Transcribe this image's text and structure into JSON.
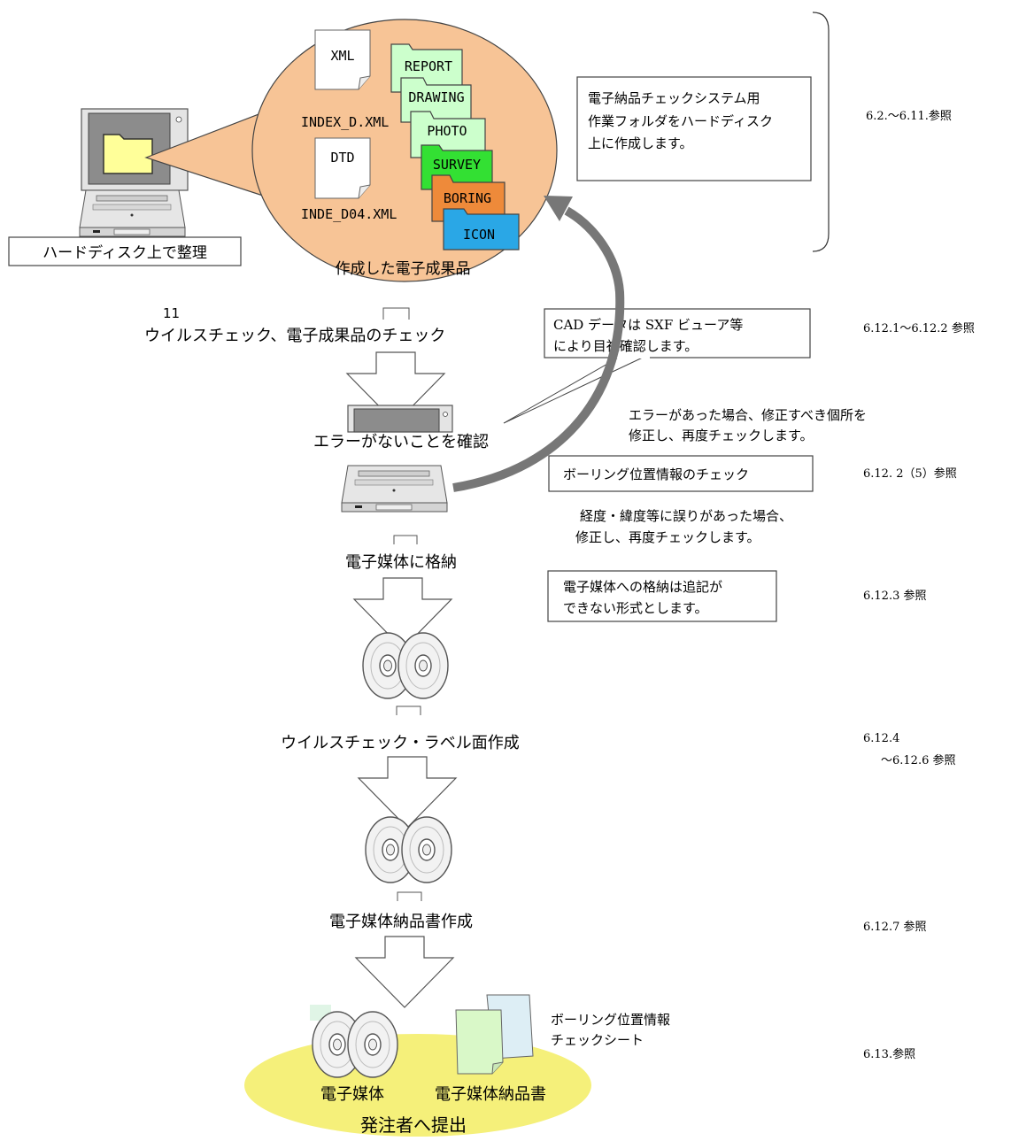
{
  "colors": {
    "bubble_fill": "#F7C496",
    "report_folder": "#CCFFCC",
    "drawing_folder": "#CCFFCC",
    "photo_folder": "#CCFFCC",
    "survey_folder": "#33E033",
    "boring_folder": "#EE8A3A",
    "icon_folder": "#2AA7E6",
    "screen_folder": "#FFFF99",
    "submit_ellipse": "#F5F07A",
    "sheet_front": "#D9F8C8",
    "sheet_back": "#DDEEF5",
    "loop_arrow": "#777777"
  },
  "top": {
    "xml_doc_label": "XML",
    "xml_file_name": "INDEX_D.XML",
    "dtd_doc_label": "DTD",
    "dtd_file_name": "INDE_D04.XML",
    "folders": [
      "REPORT",
      "DRAWING",
      "PHOTO",
      "SURVEY",
      "BORING",
      "ICON"
    ],
    "bubble_caption": "作成した電子成果品",
    "hd_box_label": "ハードディスク上で整理",
    "note_lines": [
      "電子納品チェックシステム用",
      "作業フォルダをハードディスク",
      "上に作成します。"
    ],
    "ref": "6.2.～6.11.参照"
  },
  "step1": {
    "number": "11",
    "label_prefix": "ウイル",
    "label_rest": "スチェック、電子成果品のチェック",
    "cad_note_lines": [
      "CAD データは SXF ビューア等",
      "により目視確認します。"
    ],
    "ref": "6.12.1～6.12.2 参照"
  },
  "confirm": {
    "label": "エラーがないことを確認",
    "error_note_lines": [
      "エラーがあった場合、修正すべき個所を",
      "修正し、再度チェックします。"
    ]
  },
  "boring": {
    "box_label": "ボーリング位置情報のチェック",
    "ref": "6.12. 2（5）参照",
    "note_lines": [
      "経度・緯度等に誤りがあった場合、",
      "修正し、再度チェックします。"
    ]
  },
  "step2": {
    "label": "電子媒体に格納",
    "note_lines": [
      "電子媒体への格納は追記が",
      "できない形式とします。"
    ],
    "ref": "6.12.3 参照"
  },
  "step3": {
    "label": "ウイルスチェック・ラベル面作成",
    "ref_line1": "6.12.4",
    "ref_line2": "～6.12.6 参照"
  },
  "step4": {
    "label": "電子媒体納品書作成",
    "ref": "6.12.7 参照"
  },
  "final": {
    "sheet_caption_lines": [
      "ボーリング位置情報",
      "チェックシート"
    ],
    "media_label": "電子媒体",
    "delivery_label": "電子媒体納品書",
    "submit_label": "発注者へ提出",
    "ref": "6.13.参照"
  }
}
